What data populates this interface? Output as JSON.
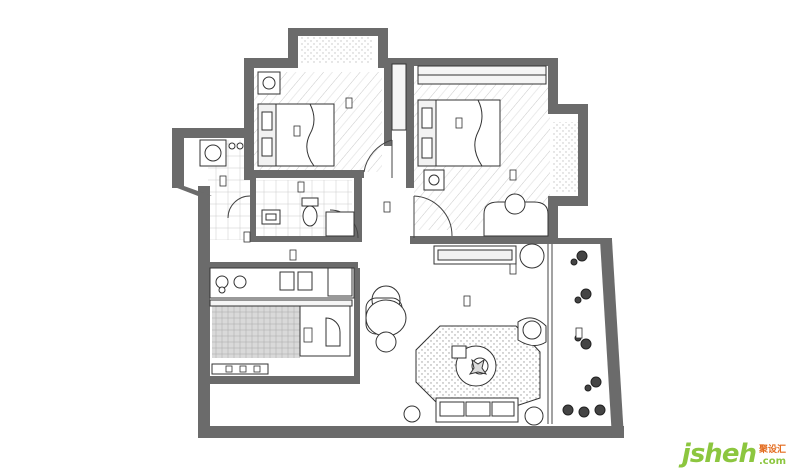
{
  "plan": {
    "wall_color": "#6b6b6b",
    "line_color": "#333333",
    "accent_colors": {
      "wood_floor": "#cfcfcf",
      "rug": "#e9e9e9",
      "tile_grid": "#bdbdbd"
    },
    "icons": [
      "bed-icon",
      "toilet-icon",
      "sink-icon",
      "stove-icon",
      "washer-icon",
      "dining-table-icon",
      "sofa-icon",
      "armchair-icon",
      "coffee-table-icon",
      "plant-icon",
      "wardrobe-icon"
    ]
  },
  "watermark": {
    "logo": "jsheh",
    "cn": "聚设汇",
    "domain": ".com",
    "color_green": "#8cc63f",
    "color_orange": "#e36b1e"
  }
}
